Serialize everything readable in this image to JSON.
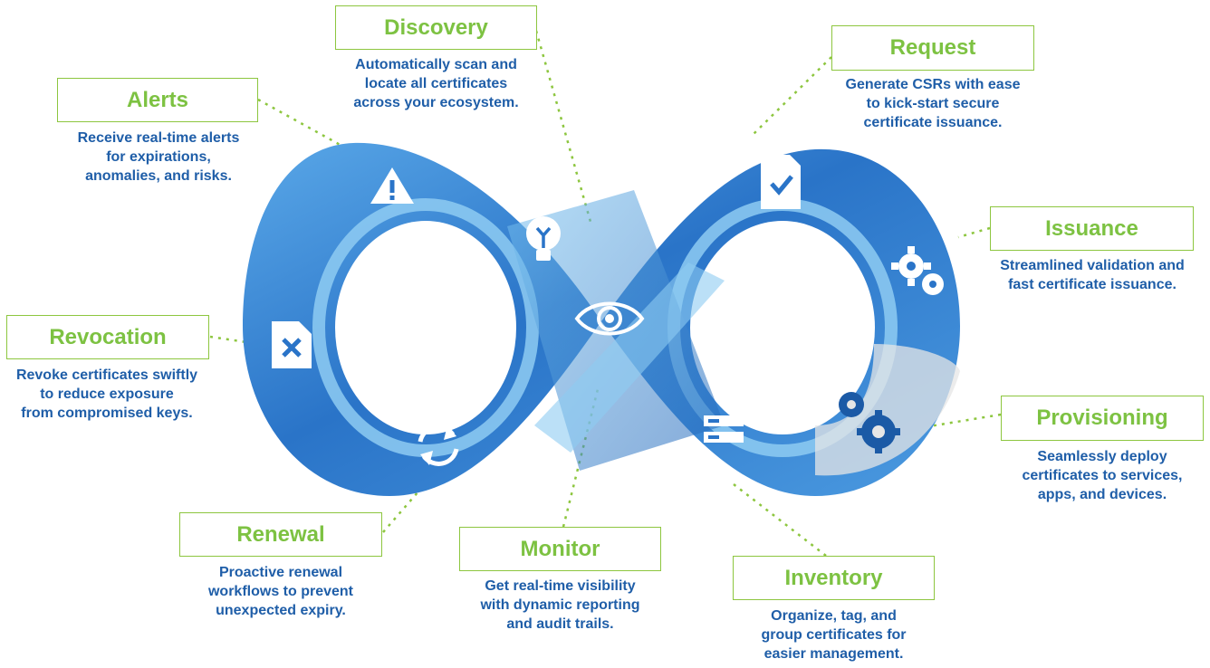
{
  "stages": [
    {
      "key": "discovery",
      "title": "Discovery",
      "description": "Automatically scan and\nlocate all certificates\nacross your ecosystem.",
      "icon": "lightbulb-icon"
    },
    {
      "key": "request",
      "title": "Request",
      "description": "Generate CSRs with ease\nto kick-start secure\ncertificate issuance.",
      "icon": "document-check-icon"
    },
    {
      "key": "issuance",
      "title": "Issuance",
      "description": "Streamlined validation and\nfast certificate issuance.",
      "icon": "gear-badge-icon"
    },
    {
      "key": "provisioning",
      "title": "Provisioning",
      "description": "Seamlessly deploy\ncertificates to services,\napps, and devices.",
      "icon": "gears-icon"
    },
    {
      "key": "inventory",
      "title": "Inventory",
      "description": "Organize, tag, and\ngroup certificates for\neasier management.",
      "icon": "server-icon"
    },
    {
      "key": "monitor",
      "title": "Monitor",
      "description": "Get real-time visibility\nwith dynamic reporting\nand audit trails.",
      "icon": "eye-icon"
    },
    {
      "key": "renewal",
      "title": "Renewal",
      "description": "Proactive renewal\nworkflows to prevent\nunexpected expiry.",
      "icon": "refresh-icon"
    },
    {
      "key": "revocation",
      "title": "Revocation",
      "description": "Revoke certificates swiftly\nto reduce exposure\nfrom compromised keys.",
      "icon": "document-x-icon"
    },
    {
      "key": "alerts",
      "title": "Alerts",
      "description": "Receive real-time alerts\nfor expirations,\nanomalies, and risks.",
      "icon": "warning-icon"
    }
  ],
  "colors": {
    "accent_green": "#8dc63f",
    "title_green": "#7dc242",
    "text_blue": "#1f5ea8",
    "loop_blue": "#2f7fd0",
    "loop_light": "#8ecbf2",
    "loop_dark": "#1b5aa6"
  }
}
